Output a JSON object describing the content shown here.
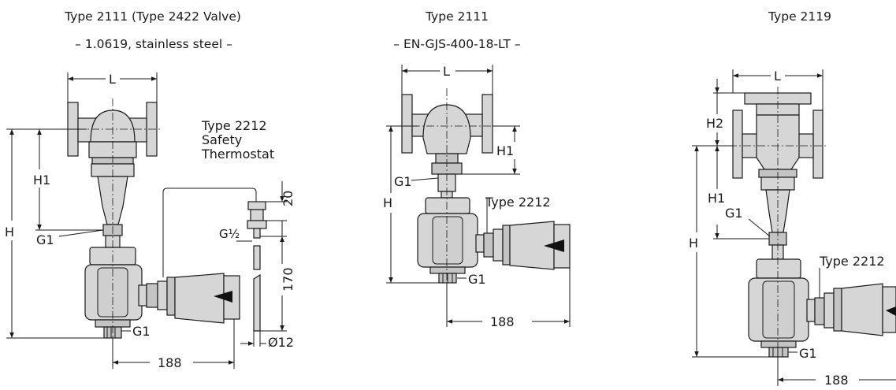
{
  "figures": [
    {
      "title_line1": "Type 2111 (Type 2422 Valve)",
      "title_line2": "– 1.0619, stainless steel –",
      "labels": {
        "L": "L",
        "H": "H",
        "H1": "H1",
        "G1_upper": "G1",
        "G1_lower": "G1",
        "dim_188": "188",
        "thermostat": [
          "Type 2212",
          "Safety",
          "Thermostat"
        ],
        "G_half": "G½",
        "dim_20": "20",
        "dim_170": "170",
        "dia_12": "Ø12"
      }
    },
    {
      "title_line1": "Type 2111",
      "title_line2": "– EN-GJS-400-18-LT –",
      "labels": {
        "L": "L",
        "H": "H",
        "H1": "H1",
        "G1_upper": "G1",
        "G1_lower": "G1",
        "dim_188": "188",
        "type_2212": "Type 2212"
      }
    },
    {
      "title_line1": "Type 2119",
      "labels": {
        "L": "L",
        "H": "H",
        "H1": "H1",
        "H2": "H2",
        "G1_upper": "G1",
        "G1_lower": "G1",
        "dim_188": "188",
        "type_2212": "Type 2212"
      }
    }
  ]
}
